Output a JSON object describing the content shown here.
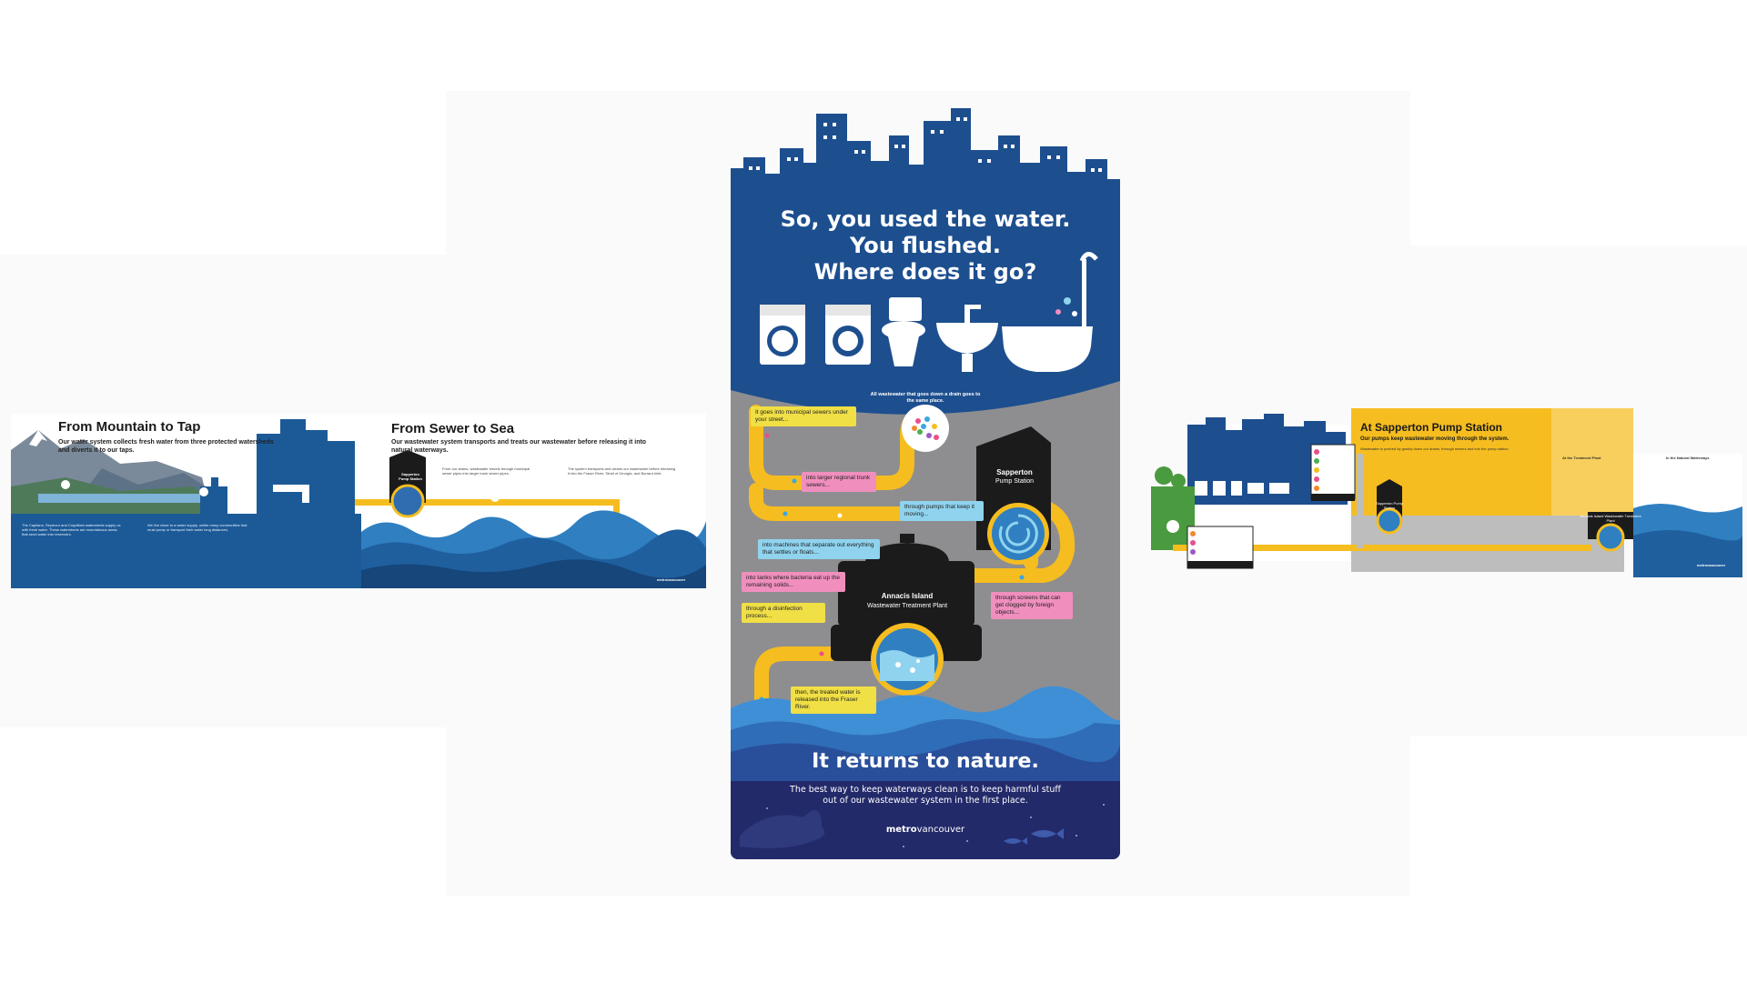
{
  "left_panel": {
    "section1_title": "From Mountain to Tap",
    "section1_subtitle": "Our water system collects fresh water from three protected watersheds and diverts it to our taps.",
    "section1_body": "The Capilano, Seymour and Coquitlam watersheds supply us with fresh water. These watersheds are mountainous areas that send water into reservoirs.",
    "section1_body2": "We live close to a water supply, unlike many communities that must pump or transport their water long distances.",
    "section2_title": "From Sewer to Sea",
    "section2_subtitle": "Our wastewater system transports and treats our wastewater before releasing it into natural waterways.",
    "section2_body": "From our drains, wastewater travels through municipal sewer pipes into larger trunk sewer pipes.",
    "section2_body2": "The system transports and cleans our wastewater before releasing it into the Fraser River, Strait of Georgia, and Burrard Inlet.",
    "station_label": "Sapperton Pump Station",
    "brand": "metrovancouver"
  },
  "poster": {
    "headline_line1": "So, you used the water.",
    "headline_line2": "You flushed.",
    "headline_line3": "Where does it go?",
    "arc_text": "All wastewater that goes down a drain goes to the same place.",
    "step1": "It goes into municipal sewers under your street...",
    "step2": "into larger regional trunk sewers...",
    "step3": "through pumps that keep it moving...",
    "step4": "into machines that separate out everything that settles or floats...",
    "step5": "into tanks where bacteria eat up the remaining solids...",
    "step6": "through a disinfection process...",
    "step7": "through screens that can get clogged by foreign objects...",
    "step8": "then, the treated water is released into the Fraser River.",
    "pump_station_name": "Sapperton",
    "pump_station_sub": "Pump Station",
    "plant_name": "Annacis Island",
    "plant_sub": "Wastewater Treatment Plant",
    "bottom_headline": "It returns to nature.",
    "bottom_body_line1": "The best way to keep waterways clean is to keep harmful stuff",
    "bottom_body_line2": "out of our wastewater system in the first place.",
    "brand_bold": "metro",
    "brand_light": "vancouver"
  },
  "right_panel": {
    "title": "At Sapperton Pump Station",
    "subtitle": "Our pumps keep wastewater moving through the system.",
    "body": "Wastewater is pushed by gravity down our drains, through sewers and into the pump station.",
    "station1": "Sapperton Pump Station",
    "station2": "Annacis Island Wastewater Treatment Plant",
    "col1_head": "At the Treatment Plant",
    "col2_head": "In the Natural Waterways",
    "brand": "metrovancouver"
  },
  "colors": {
    "poster_blue": "#1d4f8f",
    "poster_gray": "#8e8e90",
    "pipe_yellow": "#f5bd1f",
    "station_black": "#1b1b1b",
    "night_navy": "#232a6a",
    "right_yellow": "#f5bd1f",
    "right_green": "#4a9a3f"
  }
}
